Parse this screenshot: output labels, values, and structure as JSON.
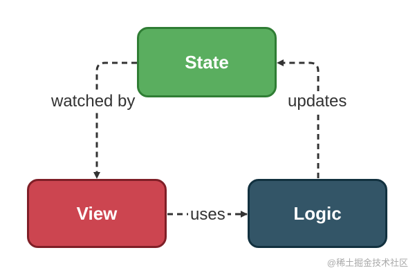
{
  "colors": {
    "state_fill": "#5aae5f",
    "state_border": "#2f7d34",
    "view_fill": "#cc4550",
    "view_border": "#7f1f27",
    "logic_fill": "#335567",
    "logic_border": "#12313f",
    "edge": "#333333"
  },
  "nodes": {
    "state": {
      "label": "State"
    },
    "view": {
      "label": "View"
    },
    "logic": {
      "label": "Logic"
    }
  },
  "edges": {
    "state_to_view": {
      "label": "watched by"
    },
    "view_to_logic": {
      "label": "uses"
    },
    "logic_to_state": {
      "label": "updates"
    }
  },
  "watermark": "@稀土掘金技术社区"
}
